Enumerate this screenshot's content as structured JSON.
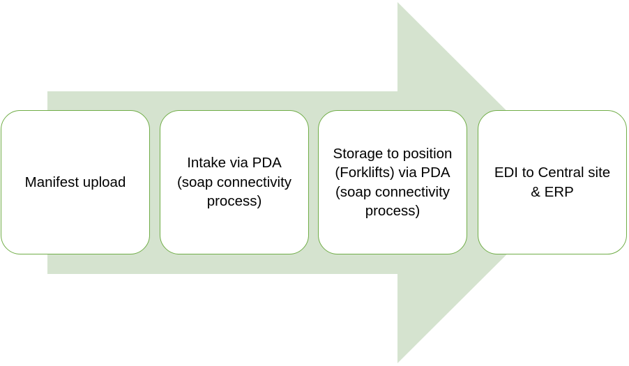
{
  "diagram": {
    "arrow_color": "#d5e3cf",
    "box_border_color": "#70ad47",
    "box_fill_color": "#ffffff",
    "steps": [
      {
        "label": "Manifest upload"
      },
      {
        "label": "Intake via PDA (soap connectivity process)"
      },
      {
        "label": "Storage to position (Forklifts) via PDA (soap connectivity process)"
      },
      {
        "label": "EDI to Central site & ERP"
      }
    ]
  }
}
